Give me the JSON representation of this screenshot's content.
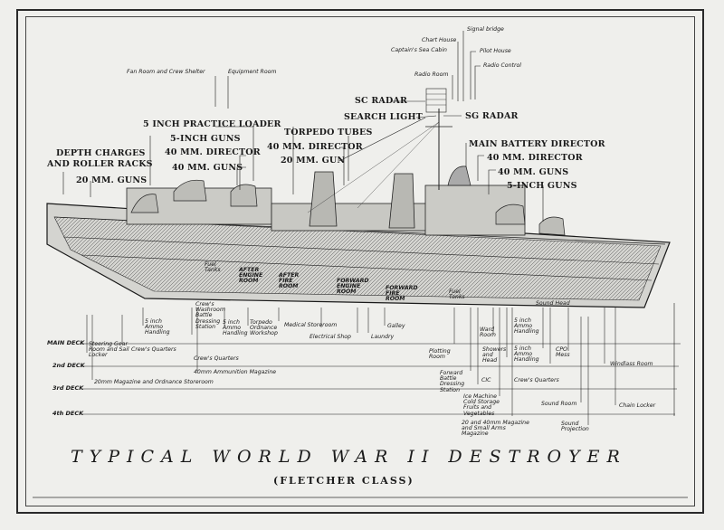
{
  "title": "TYPICAL WORLD WAR II DESTROYER",
  "subtitle": "(FLETCHER CLASS)",
  "top_labels": {
    "signal_bridge": "Signal bridge",
    "chart_house": "Chart House",
    "captains_sea_cabin": "Captain's Sea Cabin",
    "pilot_house": "Pilot House",
    "radio_room": "Radio Room",
    "radio_control": "Radio Control",
    "fan_room": "Fan Room and Crew Shelter",
    "equipment_room": "Equipment Room",
    "sc_radar": "SC RADAR",
    "search_light": "SEARCH LIGHT",
    "sg_radar": "SG RADAR",
    "practice_loader": "5 INCH PRACTICE LOADER",
    "guns_5inch_aft": "5-INCH GUNS",
    "director_40_aft": "40 MM. DIRECTOR",
    "guns_40_aft": "40 MM. GUNS",
    "torpedo_tubes": "TORPEDO TUBES",
    "director_40_mid": "40 MM. DIRECTOR",
    "gun_20_mid": "20 MM. GUN",
    "main_battery_director": "MAIN BATTERY DIRECTOR",
    "director_40_fwd": "40 MM. DIRECTOR",
    "guns_40_fwd": "40 MM. GUNS",
    "guns_5inch_fwd": "5-INCH GUNS",
    "depth_charges": "DEPTH CHARGES",
    "roller_racks": "AND ROLLER RACKS",
    "guns_20_aft": "20 MM. GUNS"
  },
  "hull_labels": {
    "fuel_tanks_aft": "Fuel Tanks",
    "after_engine": "AFTER ENGINE ROOM",
    "after_fire": "AFTER FIRE ROOM",
    "forward_engine": "FORWARD ENGINE ROOM",
    "forward_fire": "FORWARD FIRE ROOM",
    "fuel_tanks_fwd": "Fuel Tanks",
    "sound_head": "Sound Head"
  },
  "bottom_labels": {
    "steering": "Steering Gear Room and Sail Locker",
    "crews_quarters_1": "Crew's Quarters",
    "ammo_5inch_1": "5 inch Ammo Handling",
    "washroom": "Crew's Washroom Battle Dressing Station",
    "ammo_5inch_2": "5 inch Ammo Handling",
    "torpedo_workshop": "Torpedo Ordnance Workshop",
    "medical": "Medical Storeroom",
    "electrical": "Electrical Shop",
    "laundry": "Laundry",
    "galley": "Galley",
    "crews_quarters_2": "Crew's Quarters",
    "mag_40mm": "40mm Ammunition Magazine",
    "mag_20mm": "20mm Magazine and Ordnance Storeroom",
    "plotting": "Plotting Room",
    "ward_room": "Ward Room",
    "showers": "Showers and Head",
    "ammo_5inch_3": "5 inch Ammo Handling",
    "ammo_5inch_4": "5 inch Ammo Handling",
    "cpo_mess": "CPO Mess",
    "windlass": "Windlass Room",
    "bds_fwd": "Forward Battle Dressing Station",
    "cic": "CIC",
    "crews_quarters_3": "Crew's Quarters",
    "ice_machine": "Ice Machine Cold Storage Fruits and Vegetables",
    "sound_room": "Sound Room",
    "chain_locker": "Chain Locker",
    "mag_fwd": "20 and 40mm Magazine and Small Arms Magazine",
    "sound_projection": "Sound Projection"
  },
  "decks": {
    "main": "MAIN DECK",
    "second": "2nd DECK",
    "third": "3rd DECK",
    "fourth": "4th DECK"
  },
  "colors": {
    "ink": "#1a1a1a",
    "paper": "#efefec",
    "hull_fill": "#cfcfcb"
  }
}
